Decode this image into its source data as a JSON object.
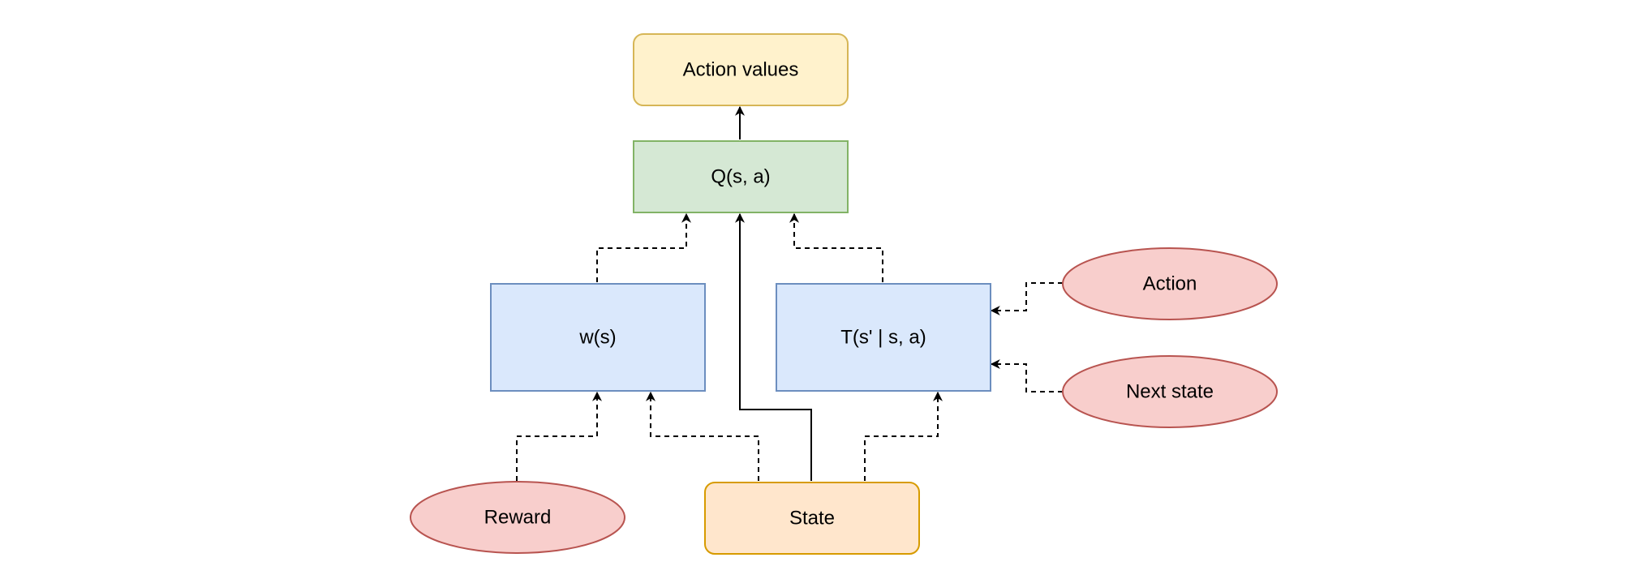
{
  "nodes": {
    "action_values": "Action values",
    "q": "Q(s, a)",
    "w": "w(s)",
    "t": "T(s' | s, a)",
    "action": "Action",
    "next_state": "Next state",
    "reward": "Reward",
    "state": "State"
  },
  "colors": {
    "yellow_fill": "#fff2cc",
    "yellow_stroke": "#d6b656",
    "green_fill": "#d5e8d4",
    "green_stroke": "#82b366",
    "blue_fill": "#dae8fc",
    "blue_stroke": "#6c8ebf",
    "red_fill": "#f8cecc",
    "red_stroke": "#b85450",
    "orange_fill": "#ffe6cc",
    "orange_stroke": "#d79b00"
  }
}
